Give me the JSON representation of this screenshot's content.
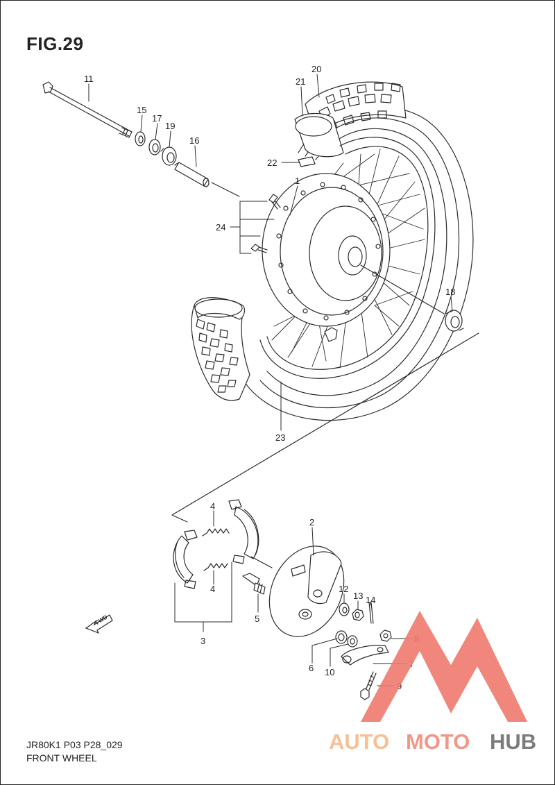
{
  "figure": {
    "title": "FIG.29",
    "model_code": "JR80K1 P03 P28_029",
    "section_name": "FRONT WHEEL"
  },
  "part_numbers": {
    "p1": "1",
    "p2": "2",
    "p3": "3",
    "p4a": "4",
    "p4b": "4",
    "p5": "5",
    "p6": "6",
    "p7": "7",
    "p8": "8",
    "p9": "9",
    "p10": "10",
    "p11": "11",
    "p12": "12",
    "p13": "13",
    "p14": "14",
    "p15": "15",
    "p16": "16",
    "p17": "17",
    "p18": "18",
    "p19": "19",
    "p20": "20",
    "p21": "21",
    "p22": "22",
    "p23": "23",
    "p24": "24"
  },
  "direction_marker": "FWD",
  "watermark": {
    "text_auto": "AUTO",
    "text_moto": "MOTO",
    "text_hub": "HUB",
    "colors": {
      "triangle": "#f07a6e",
      "auto": "#f6b98a",
      "moto": "#f08c7c",
      "hub": "#6e6e6e"
    }
  },
  "colors": {
    "line": "#2a2a2a",
    "background": "#ffffff"
  }
}
